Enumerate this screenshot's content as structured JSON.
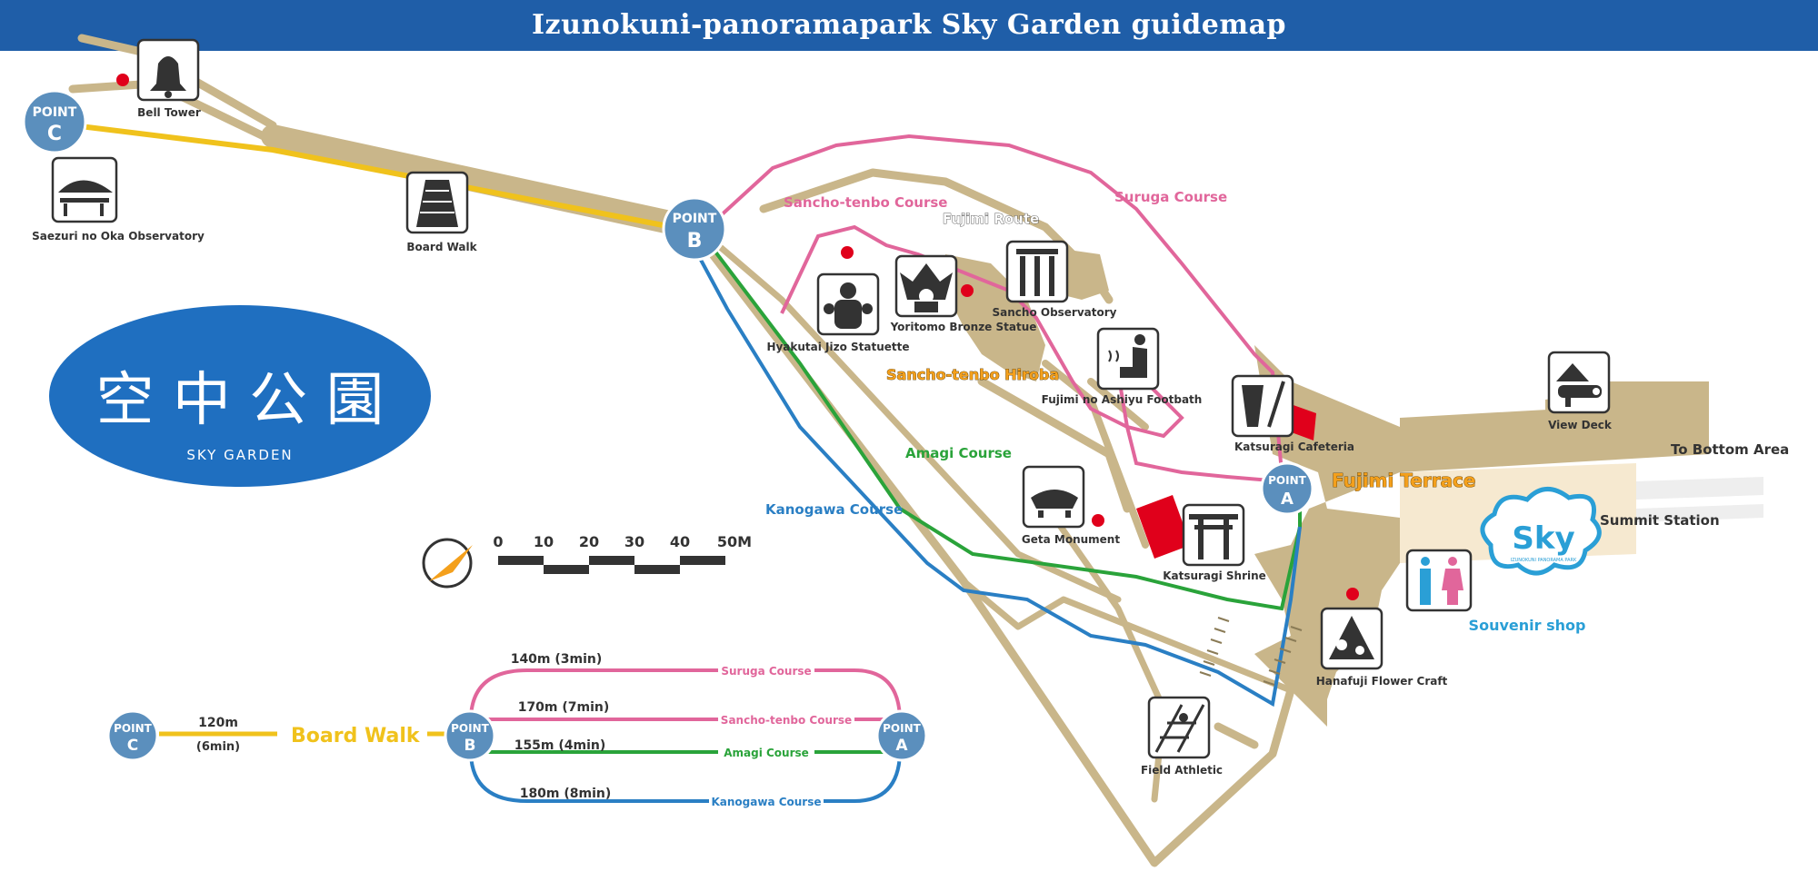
{
  "header": {
    "title": "Izunokuni-panoramapark Sky Garden  guidemap"
  },
  "logo": {
    "kanji": "空 中 公 園",
    "subtitle": "SKY  GARDEN"
  },
  "points": {
    "a": {
      "top": "POINT",
      "letter": "A"
    },
    "b": {
      "top": "POINT",
      "letter": "B"
    },
    "c": {
      "top": "POINT",
      "letter": "C"
    }
  },
  "facilities": {
    "bell_tower": "Bell Tower",
    "saezuri": "Saezuri no Oka Observatory",
    "board_walk": "Board Walk",
    "hyakutai": "Hyakutai Jizo Statuette",
    "yoritomo": "Yoritomo Bronze Statue",
    "sancho_obs": "Sancho Observatory",
    "ashiyu": "Fujimi no Ashiyu Footbath",
    "cafeteria": "Katsuragi Cafeteria",
    "view_deck": "View Deck",
    "geta": "Geta Monument",
    "shrine": "Katsuragi Shrine",
    "hanafuji": "Hanafuji Flower Craft",
    "field_athletic": "Field Athletic",
    "souvenir": "Souvenir shop"
  },
  "areas": {
    "fujimi_terrace": "Fujimi Terrace",
    "sancho_hiroba": "Sancho-tenbo Hiroba",
    "fujimi_route": "Fujimi Route",
    "summit_station": "Summit Station",
    "to_bottom": "To Bottom Area"
  },
  "courses": {
    "suruga": "Suruga Course",
    "sancho": "Sancho-tenbo Course",
    "amagi": "Amagi Course",
    "kanogawa": "Kanogawa Course"
  },
  "scale": {
    "labels": [
      "0",
      "10",
      "20",
      "30",
      "40",
      "50M"
    ]
  },
  "legend": {
    "boardwalk_label": "Board Walk",
    "boardwalk_distance": "120m",
    "boardwalk_time": "(6min)",
    "suruga_info": "140m  (3min)",
    "sancho_info": "170m  (7min)",
    "amagi_info": "155m  (4min)",
    "kanogawa_info": "180m  (8min)"
  },
  "sky_logo": {
    "text": "Sky",
    "small": "IZUNOKUNI PANORAMA PARK"
  },
  "colors": {
    "header": "#1f5ea8",
    "path": "#c9b68a",
    "suruga": "#e1669b",
    "sancho": "#e1669b",
    "amagi": "#2aa33a",
    "kanogawa": "#2a7fc4",
    "boardwalk": "#f0c21c",
    "point": "#5b8fbd",
    "terrace_label": "#f4a01c"
  }
}
